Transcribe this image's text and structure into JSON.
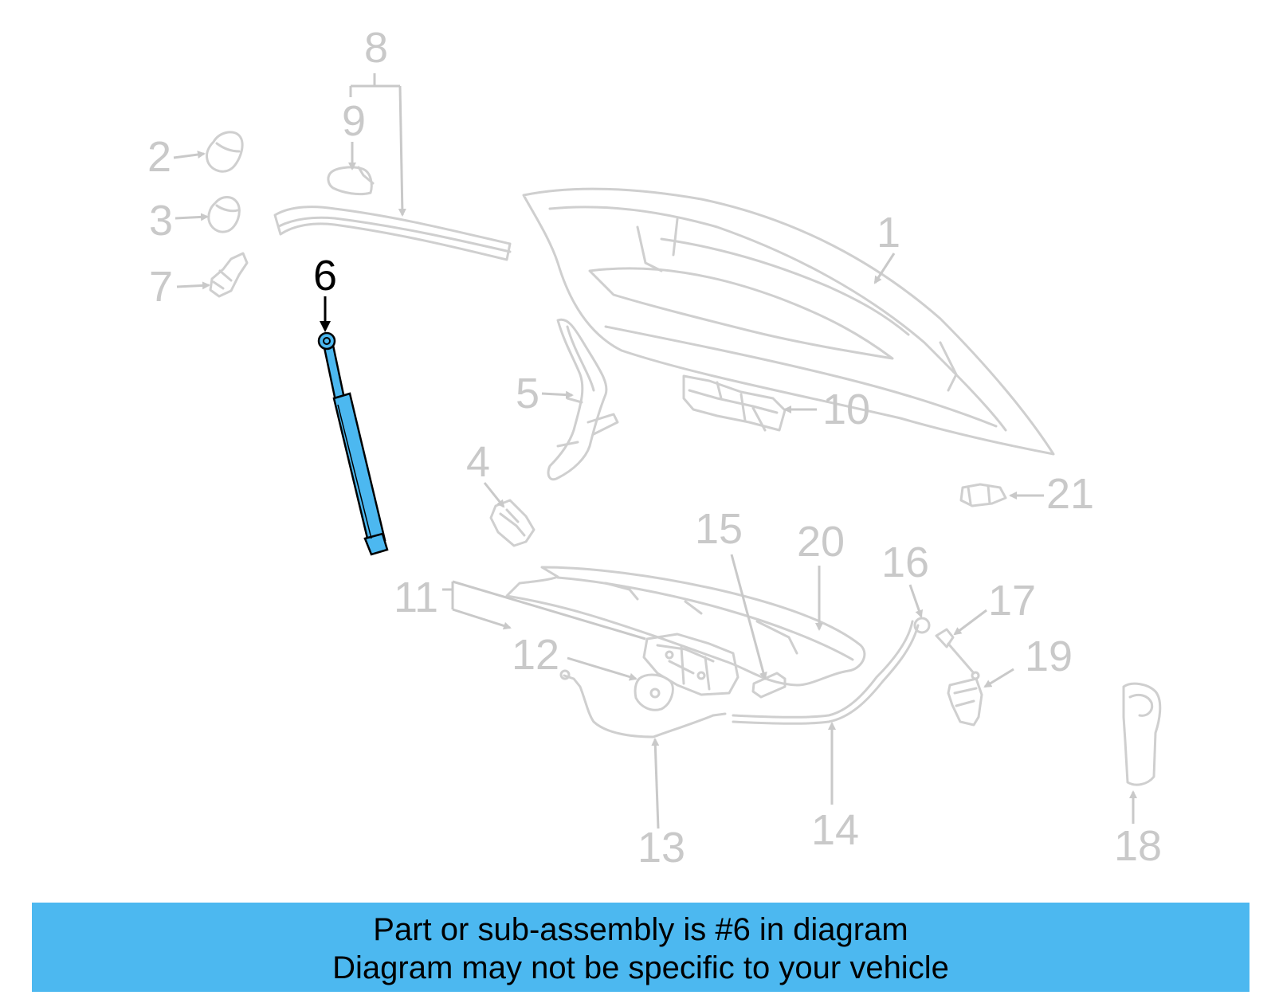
{
  "callouts": {
    "c1": "1",
    "c2": "2",
    "c3": "3",
    "c4": "4",
    "c5": "5",
    "c6": "6",
    "c7": "7",
    "c8": "8",
    "c9": "9",
    "c10": "10",
    "c11": "11",
    "c12": "12",
    "c13": "13",
    "c14": "14",
    "c15": "15",
    "c16": "16",
    "c17": "17",
    "c18": "18",
    "c19": "19",
    "c20": "20",
    "c21": "21"
  },
  "highlighted_part": "6",
  "colors": {
    "highlight": "#4cb8f0",
    "banner": "#4cb8f0",
    "faded": "#c9c9c9"
  },
  "banner": {
    "line1": "Part or sub-assembly is #6 in diagram",
    "line2": "Diagram may not be specific to your vehicle"
  }
}
